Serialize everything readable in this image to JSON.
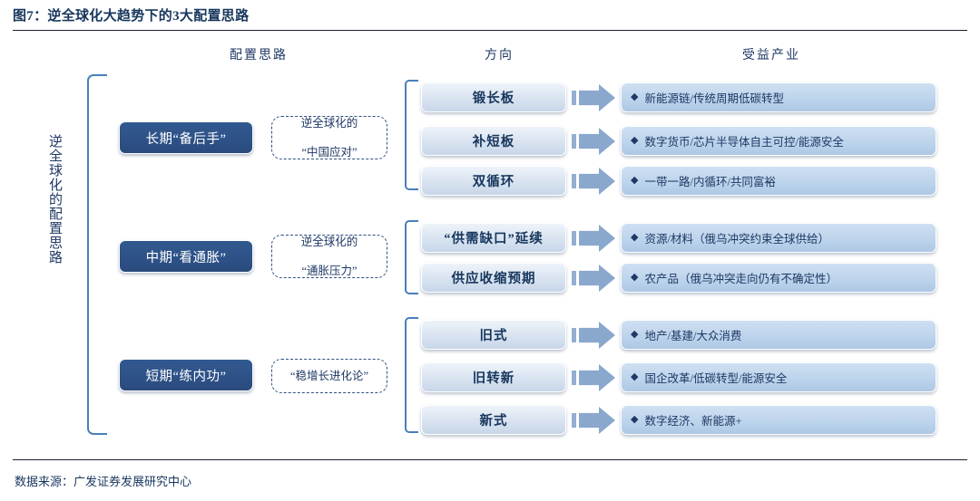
{
  "figure": {
    "title": "图7：逆全球化大趋势下的3大配置思路",
    "source": "数据来源：广发证券发展研究中心",
    "vertical_label": "逆全球化的配置思路"
  },
  "columns": [
    {
      "label": "配置思路"
    },
    {
      "label": "方向"
    },
    {
      "label": "受益产业"
    }
  ],
  "groups": [
    {
      "phase": "长期“备后手”",
      "note_line1": "逆全球化的",
      "note_line2": "“中国应对”",
      "rows": [
        {
          "direction": "锻长板",
          "industry": "新能源链/传统周期低碳转型"
        },
        {
          "direction": "补短板",
          "industry": "数字货币/芯片半导体自主可控/能源安全"
        },
        {
          "direction": "双循环",
          "industry": "一带一路/内循环/共同富裕"
        }
      ]
    },
    {
      "phase": "中期“看通胀”",
      "note_line1": "逆全球化的",
      "note_line2": "“通胀压力”",
      "rows": [
        {
          "direction": "“供需缺口”延续",
          "industry": "资源/材料（俄乌冲突约束全球供给）"
        },
        {
          "direction": "供应收缩预期",
          "industry": "农产品（俄乌冲突走向仍有不确定性）"
        }
      ]
    },
    {
      "phase": "短期“练内功”",
      "note_line1": "“稳增长进化论”",
      "note_line2": "",
      "rows": [
        {
          "direction": "旧式",
          "industry": "地产/基建/大众消费"
        },
        {
          "direction": "旧转新",
          "industry": "国企改革/低碳转型/能源安全"
        },
        {
          "direction": "新式",
          "industry": "数字经济、新能源+"
        }
      ]
    }
  ],
  "icons": {
    "bullet": "◆"
  },
  "colors": {
    "accent_blue": "#4a7ebb",
    "dark_box": "#2e5288",
    "arrow": "#8aa8cd",
    "text_navy": "#1f3864"
  }
}
